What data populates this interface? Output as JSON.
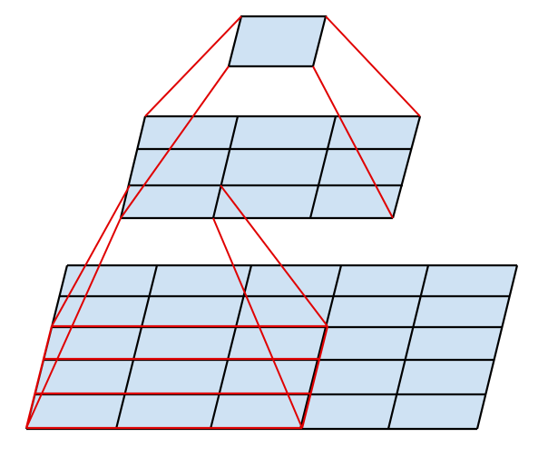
{
  "diagram": {
    "description_visible_text": "",
    "layers": [
      {
        "id": "top",
        "rows": 1,
        "cols": 1
      },
      {
        "id": "middle",
        "rows": 3,
        "cols": 3
      },
      {
        "id": "bottom",
        "rows": 5,
        "cols": 5
      }
    ],
    "highlight": {
      "layer": "bottom",
      "rows": 3,
      "cols": 3,
      "position": "bottom-left"
    },
    "colors": {
      "cell_fill": "#cfe2f3",
      "grid_stroke": "#000000",
      "connector_stroke": "#e00000"
    }
  }
}
